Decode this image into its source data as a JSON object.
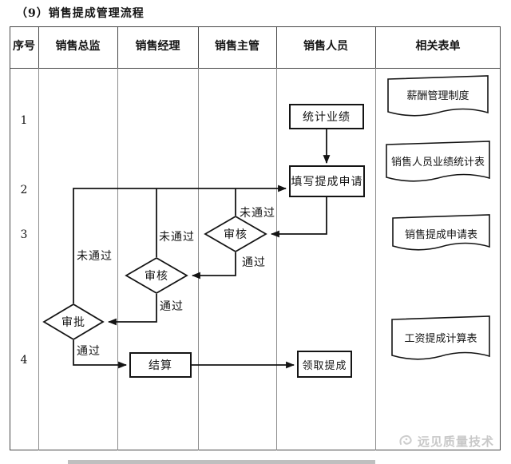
{
  "title": "（9）销售提成管理流程",
  "header": {
    "columns": [
      "序号",
      "销售总监",
      "销售经理",
      "销售主管",
      "销售人员",
      "相关表单"
    ]
  },
  "rows": {
    "numbers": [
      "1",
      "2",
      "3",
      "4"
    ]
  },
  "flow": {
    "statistics": "统计业绩",
    "fill_application": "填写提成申请",
    "review_supervisor": "审核",
    "review_manager": "审核",
    "approve_director": "审批",
    "settlement": "结算",
    "receive_commission": "领取提成",
    "labels": {
      "fail_supervisor": "未通过",
      "fail_manager": "未通过",
      "fail_director": "未通过",
      "pass_supervisor": "通过",
      "pass_manager": "通过",
      "pass_director": "通过"
    }
  },
  "documents": {
    "d1": "薪酬管理制度",
    "d2": "销售人员业绩统计表",
    "d3": "销售提成申请表",
    "d4": "工资提成计算表"
  },
  "watermark": "远见质量技术",
  "colors": {
    "line": "#141414",
    "grid": "#8d8d8d",
    "watermark": "#c8c8c8"
  }
}
